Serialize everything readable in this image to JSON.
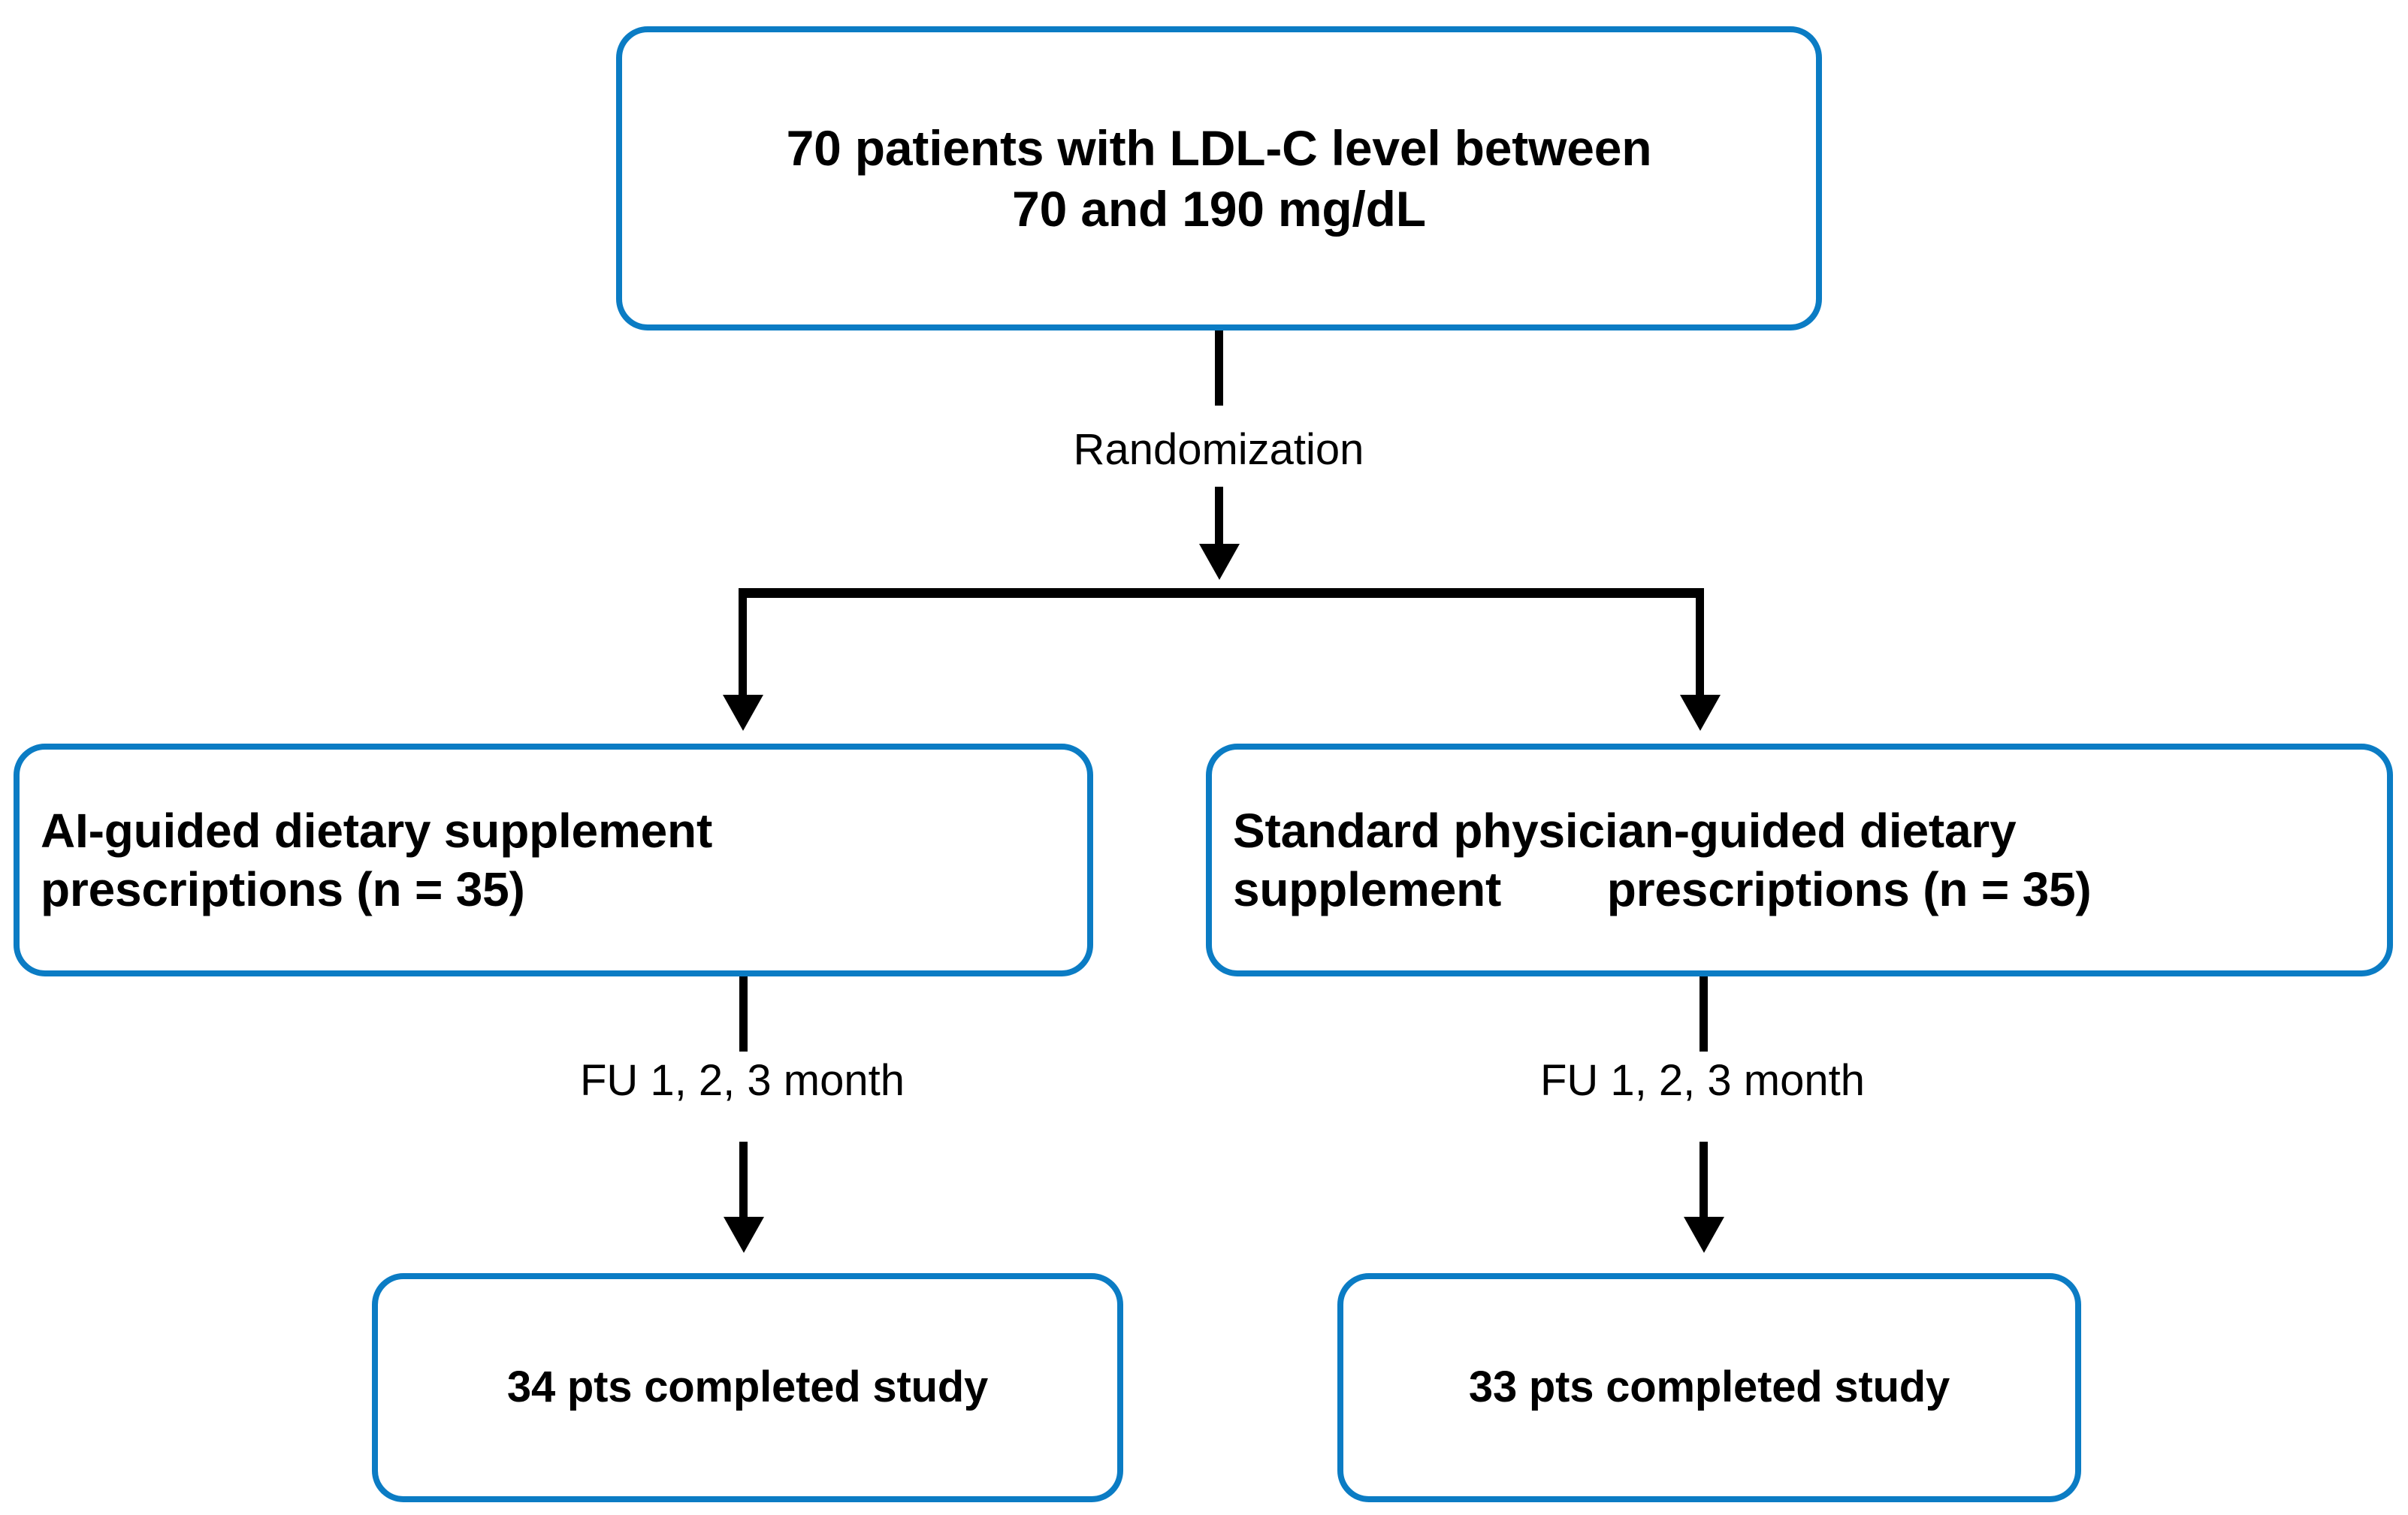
{
  "diagram": {
    "type": "study-flow-diagram",
    "title": "Randomized trial participant flow",
    "accent_color": "#0b7cc4",
    "text_color": "#000000",
    "background_color": "#ffffff",
    "nodes": {
      "enrollment": {
        "text": "70 patients with LDL-C level between\n70 and 190 mg/dL",
        "n": 70,
        "ldl_range_mg_dl": [
          70,
          190
        ]
      },
      "arm_intervention": {
        "text": "AI-guided dietary supplement\nprescriptions (n = 35)",
        "n": 35
      },
      "arm_control": {
        "text": "Standard physician-guided dietary\nsupplement        prescriptions (n = 35)",
        "n": 35
      },
      "outcome_intervention": {
        "text": "34 pts completed study",
        "n": 34
      },
      "outcome_control": {
        "text": "33 pts completed study",
        "n": 33
      }
    },
    "edge_labels": {
      "randomization": "Randomization",
      "followup_left": "FU 1, 2, 3 month",
      "followup_right": "FU 1, 2, 3 month"
    }
  }
}
